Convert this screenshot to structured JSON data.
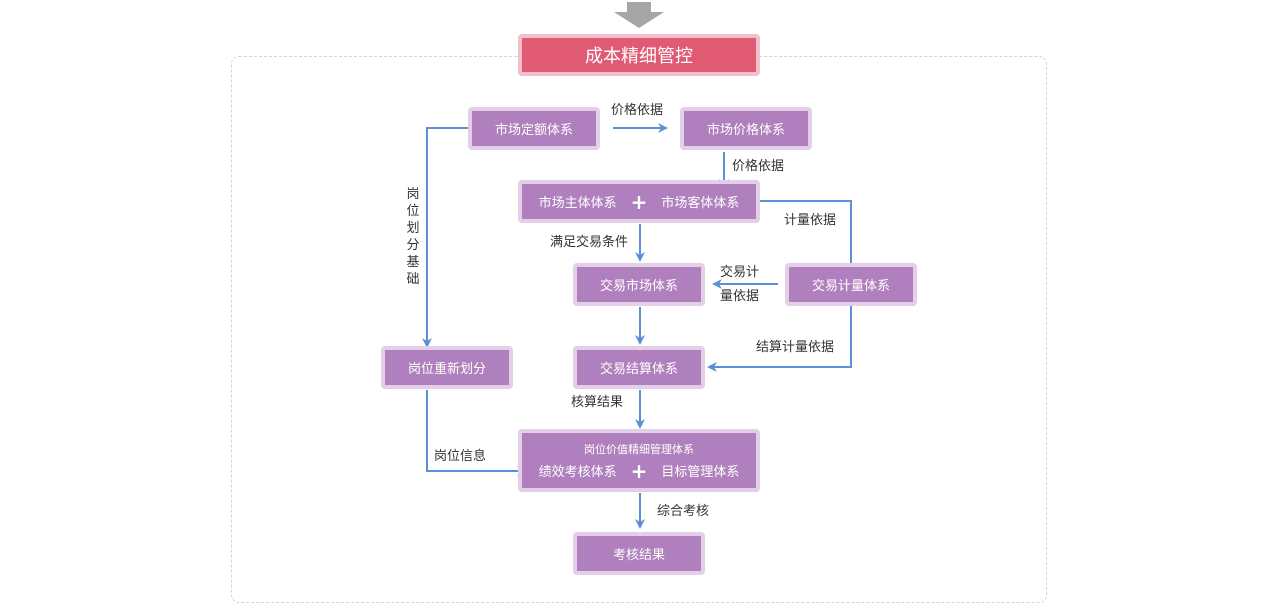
{
  "title": "成本精细管控",
  "nodes": {
    "quota": "市场定额体系",
    "price": "市场价格体系",
    "subject": "市场主体体系",
    "object": "市场客体体系",
    "plus": "+",
    "trade_market": "交易市场体系",
    "trade_measure": "交易计量体系",
    "trade_settle": "交易结算体系",
    "post_redivide": "岗位重新划分",
    "post_value_title": "岗位价值精细管理体系",
    "performance": "绩效考核体系",
    "target": "目标管理体系",
    "result": "考核结果"
  },
  "edges": {
    "price_basis_1": "价格依据",
    "price_basis_2": "价格依据",
    "measure_basis": "计量依据",
    "trade_condition": "满足交易条件",
    "trade_measure_basis_1": "交易计",
    "trade_measure_basis_2": "量依据",
    "settle_measure_basis": "结算计量依据",
    "accounting_result": "核算结果",
    "post_info": "岗位信息",
    "overall_assessment": "综合考核",
    "post_basis": [
      "岗",
      "位",
      "划",
      "分",
      "基",
      "础"
    ]
  },
  "colors": {
    "title": "#e05a73",
    "node": "#b07fbd",
    "arrow": "#5b8fd6",
    "top_arrow": "#a6a6a6"
  }
}
